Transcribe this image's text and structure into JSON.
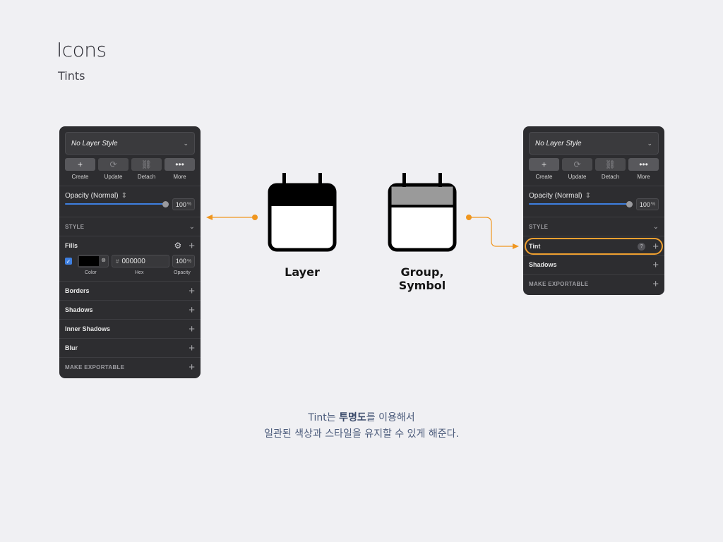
{
  "page": {
    "title": "Icons",
    "subtitle": "Tints"
  },
  "left_panel": {
    "layer_style": "No Layer Style",
    "buttons": [
      "Create",
      "Update",
      "Detach",
      "More"
    ],
    "opacity_label": "Opacity (Normal)",
    "opacity_level": 1.0,
    "opacity_value": "100",
    "percent_sign": "%",
    "style_header": "STYLE",
    "fills": {
      "label": "Fills",
      "enabled": true,
      "hex_value": "000000",
      "hex_prefix": "#",
      "opacity_value": "100",
      "captions": [
        "Color",
        "Hex",
        "Opacity"
      ],
      "swatch_color": "#000000"
    },
    "sections": [
      "Borders",
      "Shadows",
      "Inner Shadows",
      "Blur"
    ],
    "exportable": "MAKE EXPORTABLE"
  },
  "right_panel": {
    "layer_style": "No Layer Style",
    "buttons": [
      "Create",
      "Update",
      "Detach",
      "More"
    ],
    "opacity_label": "Opacity (Normal)",
    "opacity_level": 1.0,
    "opacity_value": "100",
    "percent_sign": "%",
    "style_header": "STYLE",
    "tint_label": "Tint",
    "help_glyph": "?",
    "shadows_label": "Shadows",
    "exportable": "MAKE EXPORTABLE"
  },
  "icons": {
    "layer_caption": "Layer",
    "group_caption": "Group, Symbol",
    "layer_header_color": "#000000",
    "group_header_color": "#9a9a9a"
  },
  "colors": {
    "accent_orange": "#f0961e",
    "slider_blue": "#3e7fe0"
  },
  "description": {
    "line1_prefix": "Tint는 ",
    "line1_bold": "투명도",
    "line1_suffix": "를 이용해서",
    "line2": "일관된 색상과 스타일을 유지할 수 있게 해준다."
  }
}
